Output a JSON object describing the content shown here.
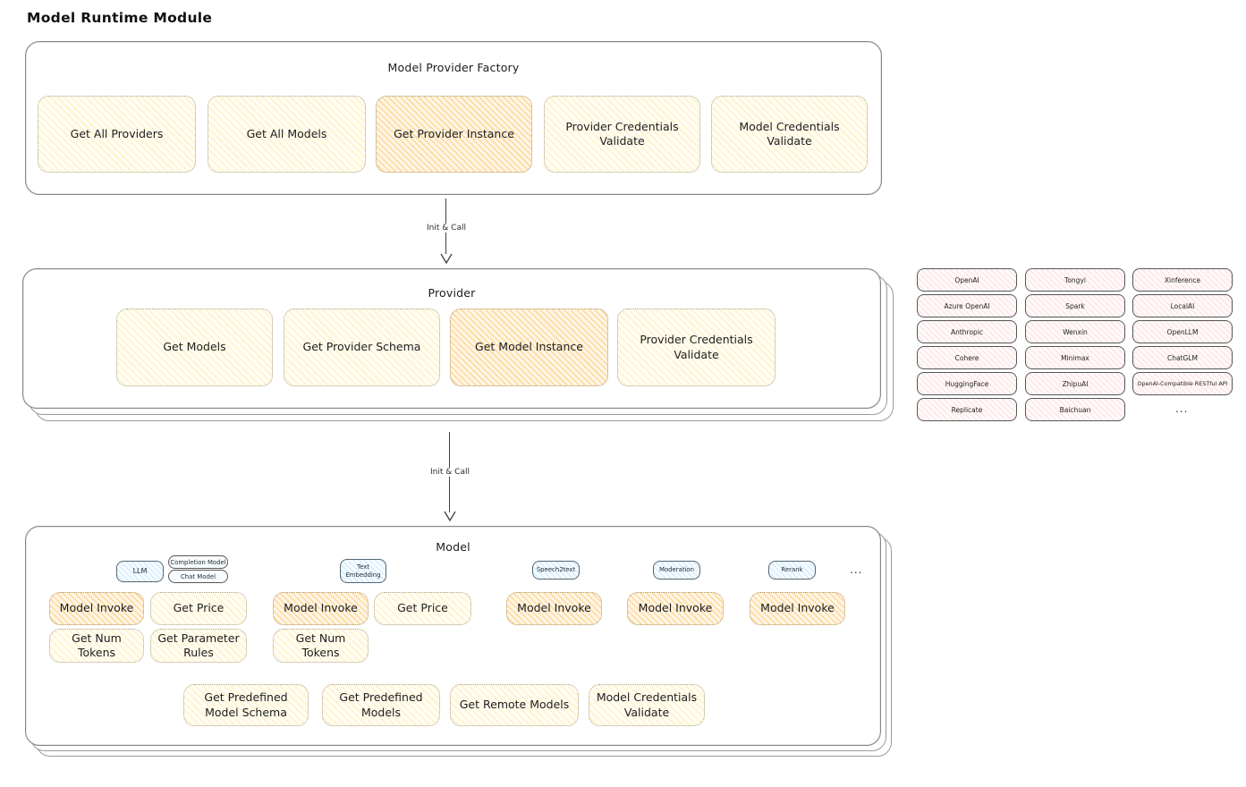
{
  "page": {
    "title": "Model Runtime Module"
  },
  "colors": {
    "yellow": "#ffe89f",
    "orange": "#ffc46e",
    "pink": "#ffc9c9",
    "blue": "#a5d8ff"
  },
  "arrows": {
    "first": "Init & Call",
    "second": "Init & Call"
  },
  "factory": {
    "title": "Model Provider Factory",
    "methods": [
      {
        "label": "Get All Providers"
      },
      {
        "label": "Get All Models"
      },
      {
        "label": "Get Provider Instance"
      },
      {
        "label": "Provider Credentials Validate"
      },
      {
        "label": "Model Credentials Validate"
      }
    ]
  },
  "provider": {
    "title": "Provider",
    "methods": [
      {
        "label": "Get Models"
      },
      {
        "label": "Get Provider Schema"
      },
      {
        "label": "Get Model Instance"
      },
      {
        "label": "Provider Credentials Validate"
      }
    ]
  },
  "providers_list": {
    "items": [
      "OpenAI",
      "Tongyi",
      "Xinference",
      "Azure OpenAI",
      "Spark",
      "LocalAI",
      "Anthropic",
      "Wenxin",
      "OpenLLM",
      "Cohere",
      "Minimax",
      "ChatGLM",
      "HuggingFace",
      "ZhipuAI",
      "OpenAI-Compatible RESTful API",
      "Replicate",
      "Baichuan"
    ],
    "ellipsis": "..."
  },
  "model": {
    "title": "Model",
    "badges": {
      "llm": "LLM",
      "completion_model": "Completion Model",
      "chat_model": "Chat Model",
      "text_embedding": "Text Embedding",
      "speech2text": "Speech2text",
      "moderation": "Moderation",
      "rerank": "Rerank",
      "ellipsis": "..."
    },
    "llm": {
      "invoke": "Model Invoke",
      "get_price": "Get Price",
      "get_num_tokens": "Get Num Tokens",
      "get_parameter_rules": "Get Parameter Rules"
    },
    "text_embedding": {
      "invoke": "Model Invoke",
      "get_price": "Get Price",
      "get_num_tokens": "Get Num Tokens"
    },
    "speech2text": {
      "invoke": "Model Invoke"
    },
    "moderation": {
      "invoke": "Model Invoke"
    },
    "rerank": {
      "invoke": "Model Invoke"
    },
    "shared": [
      "Get Predefined Model Schema",
      "Get Predefined Models",
      "Get Remote Models",
      "Model Credentials Validate"
    ]
  }
}
